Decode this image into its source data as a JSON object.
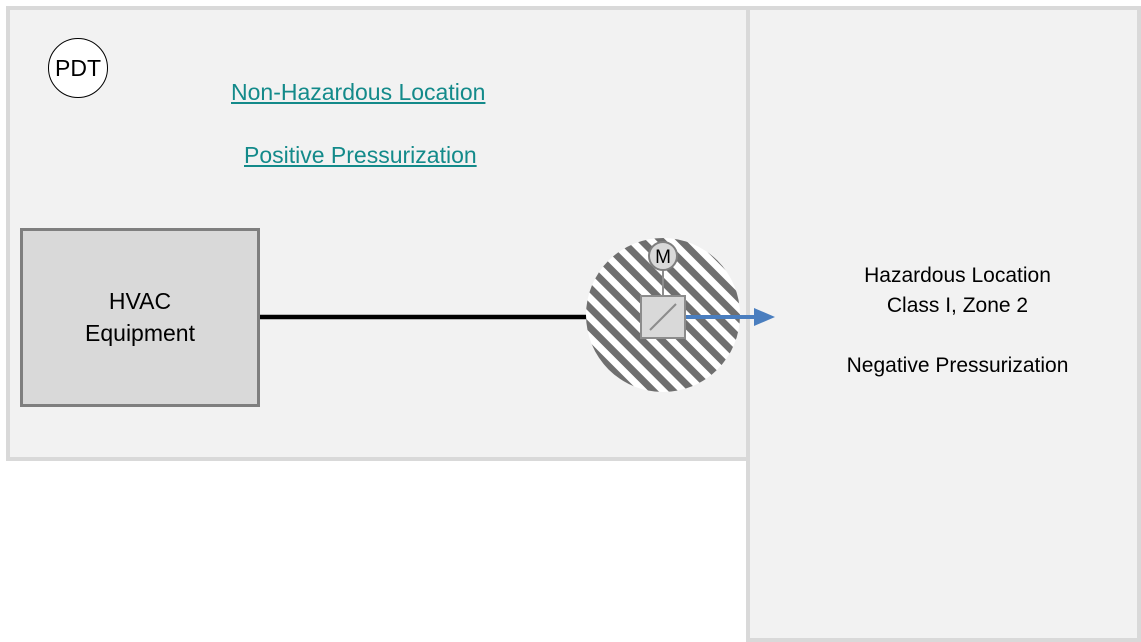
{
  "non_hazardous_room": {
    "sensor_label": "PDT",
    "location_link": "Non-Hazardous Location",
    "pressurization_link": "Positive Pressurization"
  },
  "hvac": {
    "line1": "HVAC",
    "line2": "Equipment"
  },
  "damper": {
    "motor_label": "M"
  },
  "hazardous_room": {
    "line1": "Hazardous Location",
    "line2": "Class I, Zone 2",
    "pressurization": "Negative Pressurization"
  },
  "colors": {
    "room_fill": "#f2f2f2",
    "room_border": "#d9d9d9",
    "link": "#138a8a",
    "airflow_arrow": "#4a7ebf",
    "hvac_fill": "#d9d9d9",
    "hvac_border": "#7f7f7f"
  },
  "icons": [
    "hatched-zone-circle",
    "motor-icon",
    "damper-icon",
    "arrow-right-icon"
  ]
}
